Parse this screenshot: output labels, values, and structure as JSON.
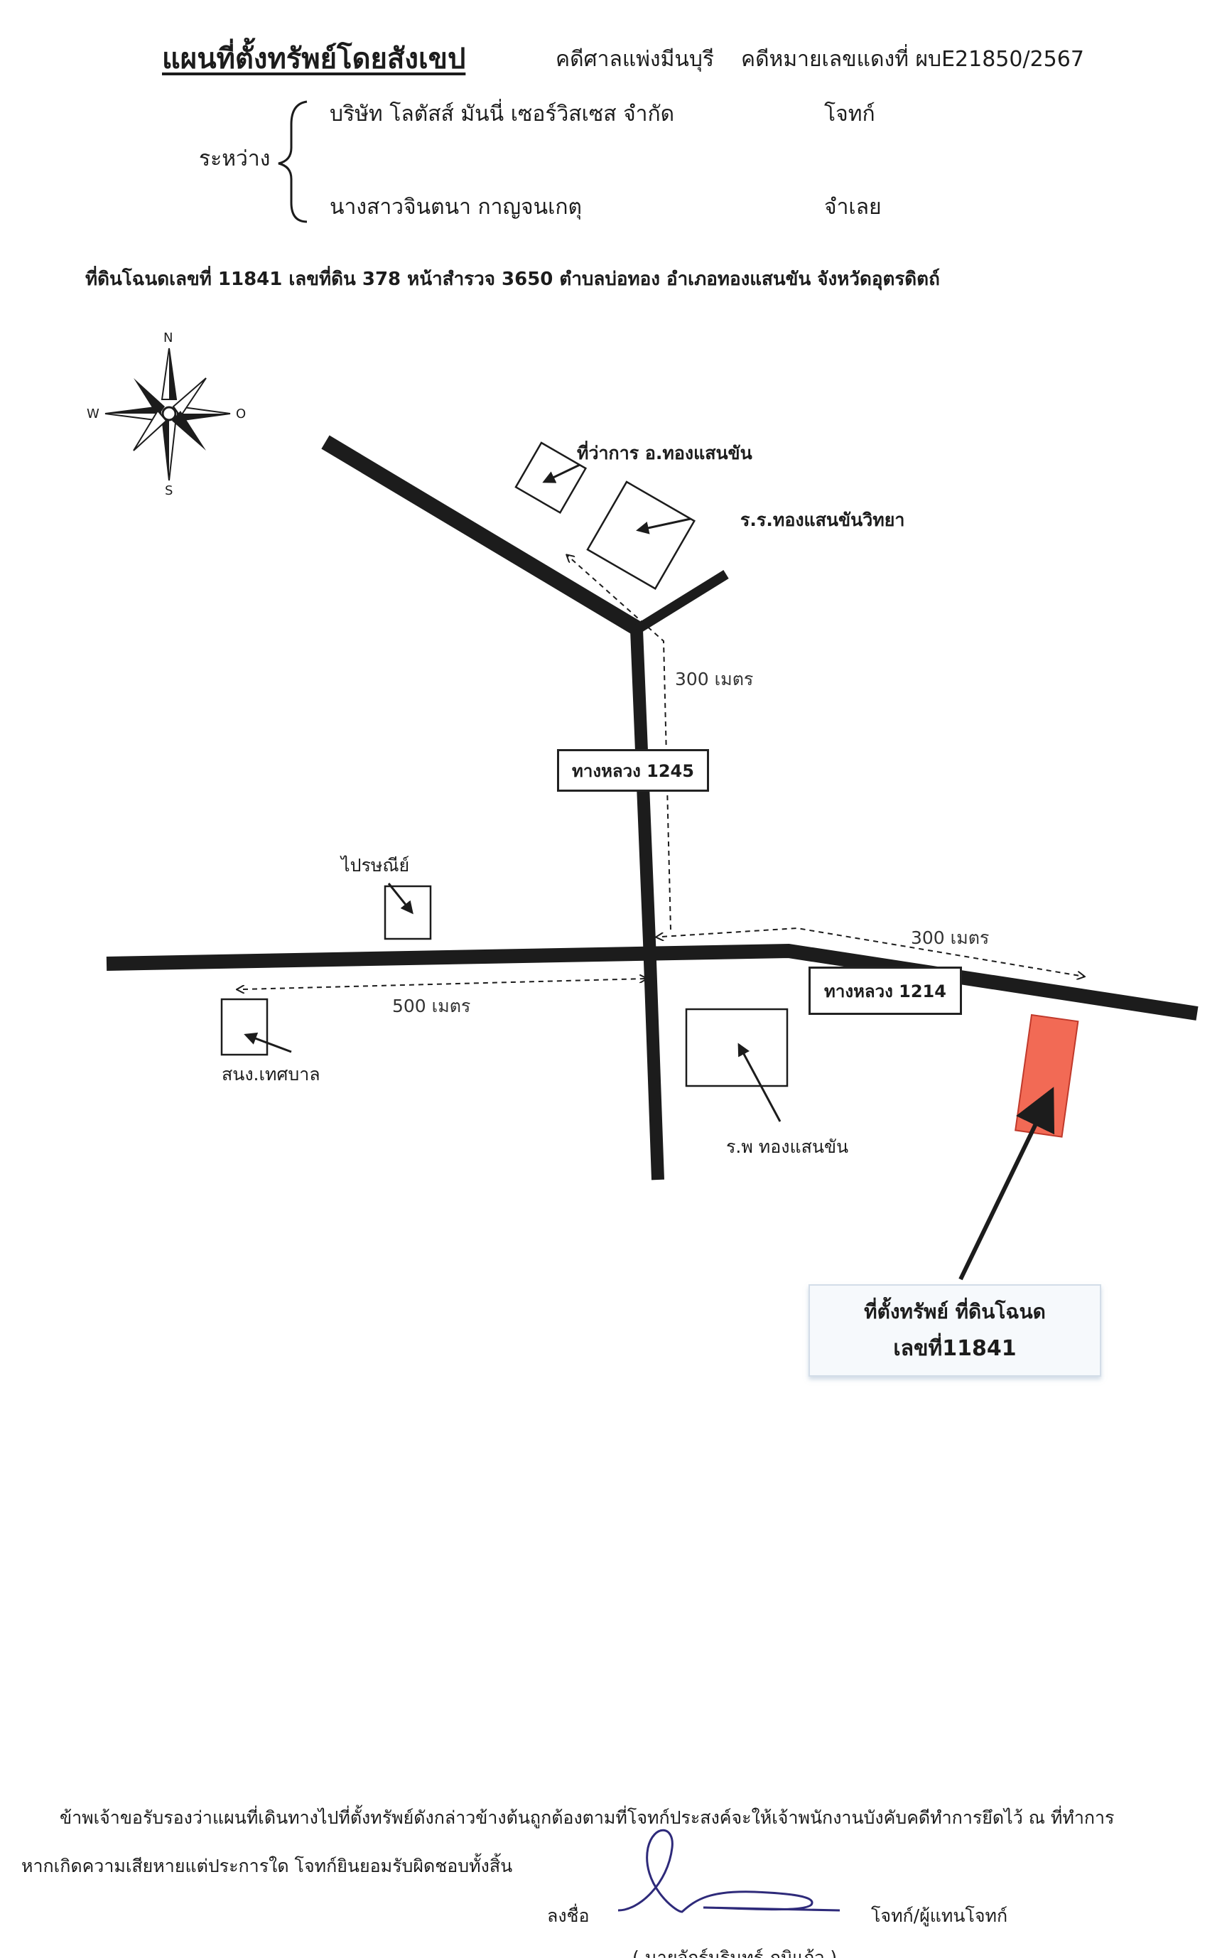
{
  "header": {
    "title": "แผนที่ตั้งทรัพย์โดยสังเขป",
    "court": "คดีศาลแพ่งมีนบุรี",
    "case_number": "คดีหมายเลขแดงที่ ผบE21850/2567"
  },
  "parties": {
    "between_label": "ระหว่าง",
    "plaintiff": "บริษัท โลตัสส์ มันนี่ เซอร์วิสเซส จำกัด",
    "plaintiff_role": "โจทก์",
    "defendant": "นางสาวจินตนา กาญจนเกตุ",
    "defendant_role": "จำเลย"
  },
  "land_description": "ที่ดินโฉนดเลขที่ 11841 เลขที่ดิน 378 หน้าสำรวจ 3650 ตำบลบ่อทอง อำเภอทองแสนขัน จังหวัดอุตรดิตถ์",
  "compass": {
    "n": "N",
    "s": "S",
    "w": "W",
    "e": "O"
  },
  "map": {
    "district_office": "ที่ว่าการ อ.ทองแสนขัน",
    "school": "ร.ร.ทองแสนขันวิทยา",
    "post_office": "ไปรษณีย์",
    "municipal_office": "สนง.เทศบาล",
    "hospital": "ร.พ ทองแสนขัน",
    "road_1245": "ทางหลวง 1245",
    "road_1214": "ทางหลวง 1214",
    "dist_north": "300 เมตร",
    "dist_east": "300 เมตร",
    "dist_west": "500 เมตร",
    "property_line1": "ที่ตั้งทรัพย์ ที่ดินโฉนด",
    "property_line2": "เลขที่11841",
    "property_color": "#f26a55"
  },
  "footer": {
    "certification_line1": "ข้าพเจ้าขอรับรองว่าแผนที่เดินทางไปที่ตั้งทรัพย์ดังกล่าวข้างต้นถูกต้องตามที่โจทก์ประสงค์จะให้เจ้าพนักงานบังคับคดีทำการยึดไว้ ณ ที่ทำการ",
    "certification_line2": "หากเกิดความเสียหายแต่ประการใด โจทก์ยินยอมรับผิดชอบทั้งสิ้น",
    "sign_label": "ลงชื่อ",
    "signer_role": "โจทก์/ผู้แทนโจทก์",
    "signer_name": "( นายจักร์นรินทร์ ภูมิแก้ว )",
    "signature_color": "#2e2a7a"
  }
}
